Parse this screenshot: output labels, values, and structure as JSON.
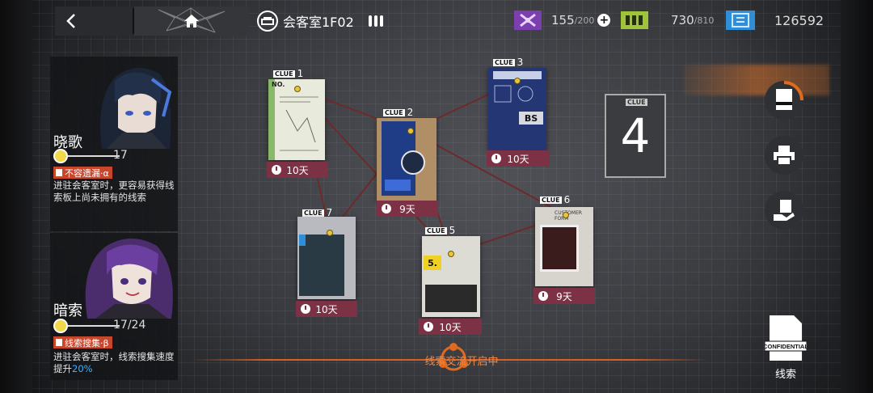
{
  "topbar": {
    "room_title": "会客室1F02",
    "drone": {
      "value": "155",
      "max": "/200",
      "color": "#7d3fb0"
    },
    "battery_color": "#9fc43a",
    "lmd": {
      "value": "730",
      "max": "/810",
      "color": "#2e8fd8"
    },
    "credits": "126592"
  },
  "operators": [
    {
      "name": "晓歌",
      "level": "17",
      "skill": "不容遗漏·α",
      "desc": "进驻会客室时，更容易获得线索板上尚未拥有的线索"
    },
    {
      "name": "暗索",
      "level": "17/24",
      "skill": "线索搜集·β",
      "desc_prefix": "进驻会客室时，线索搜集速度提升",
      "desc_highlight": "20%"
    }
  ],
  "clues": [
    {
      "label": "CLUE",
      "num": "1",
      "time": "10天"
    },
    {
      "label": "CLUE",
      "num": "2",
      "time": "9天"
    },
    {
      "label": "CLUE",
      "num": "3",
      "time": "10天"
    },
    {
      "label": "CLUE",
      "num": "4"
    },
    {
      "label": "CLUE",
      "num": "5",
      "time": "10天"
    },
    {
      "label": "CLUE",
      "num": "6",
      "time": "9天"
    },
    {
      "label": "CLUE",
      "num": "7",
      "time": "10天"
    }
  ],
  "slot4": {
    "label": "CLUE",
    "num": "4"
  },
  "clue_card_texts": {
    "c1_no": "NO.",
    "c5_tag": "5.",
    "c6_text": "CUSTOMER FORM",
    "c3_bs": "BS"
  },
  "exchange_text": "线索交流开启中",
  "right": {
    "confidential_label": "线索",
    "confidential_text": "CONFIDENTIAL"
  },
  "accent_color": "#d86024"
}
